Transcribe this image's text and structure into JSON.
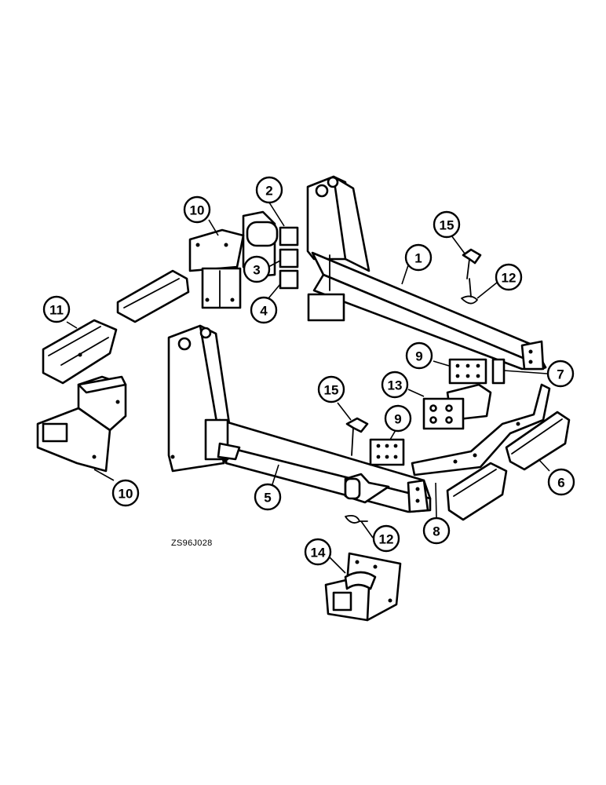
{
  "diagram": {
    "reference_code": "ZS96J028",
    "callouts": [
      {
        "id": "c-2",
        "label": "2"
      },
      {
        "id": "c-10-top",
        "label": "10"
      },
      {
        "id": "c-3",
        "label": "3"
      },
      {
        "id": "c-4",
        "label": "4"
      },
      {
        "id": "c-15-top",
        "label": "15"
      },
      {
        "id": "c-1",
        "label": "1"
      },
      {
        "id": "c-12-top",
        "label": "12"
      },
      {
        "id": "c-11",
        "label": "11"
      },
      {
        "id": "c-9-top",
        "label": "9"
      },
      {
        "id": "c-7",
        "label": "7"
      },
      {
        "id": "c-15-mid",
        "label": "15"
      },
      {
        "id": "c-13",
        "label": "13"
      },
      {
        "id": "c-9-mid",
        "label": "9"
      },
      {
        "id": "c-10-bottom",
        "label": "10"
      },
      {
        "id": "c-6",
        "label": "6"
      },
      {
        "id": "c-5",
        "label": "5"
      },
      {
        "id": "c-8",
        "label": "8"
      },
      {
        "id": "c-12-bottom",
        "label": "12"
      },
      {
        "id": "c-14",
        "label": "14"
      }
    ]
  }
}
